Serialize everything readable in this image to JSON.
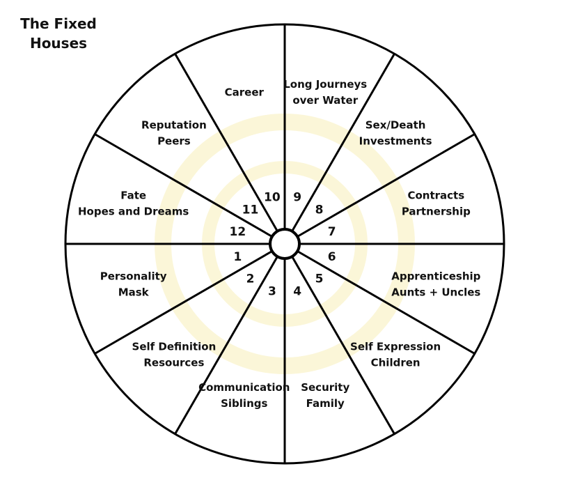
{
  "title": {
    "line1": "The Fixed",
    "line2": "Houses"
  },
  "colors": {
    "stroke": "#000000",
    "watermark": "#fbf6d8",
    "text": "#111111"
  },
  "houses": [
    {
      "num": "1",
      "lines": [
        "Personality",
        "Mask"
      ]
    },
    {
      "num": "2",
      "lines": [
        "Self Definition",
        "Resources"
      ]
    },
    {
      "num": "3",
      "lines": [
        "Communication",
        "Siblings"
      ]
    },
    {
      "num": "4",
      "lines": [
        "Security",
        "Family"
      ]
    },
    {
      "num": "5",
      "lines": [
        "Self Expression",
        "Children"
      ]
    },
    {
      "num": "6",
      "lines": [
        "Apprenticeship",
        "Aunts + Uncles"
      ]
    },
    {
      "num": "7",
      "lines": [
        "Contracts",
        "Partnership"
      ]
    },
    {
      "num": "8",
      "lines": [
        "Sex/Death",
        "Investments"
      ]
    },
    {
      "num": "9",
      "lines": [
        "Long Journeys",
        "over Water"
      ]
    },
    {
      "num": "10",
      "lines": [
        "Career"
      ]
    },
    {
      "num": "11",
      "lines": [
        "Reputation",
        "Peers"
      ]
    },
    {
      "num": "12",
      "lines": [
        "Fate",
        "Hopes and Dreams"
      ]
    }
  ]
}
